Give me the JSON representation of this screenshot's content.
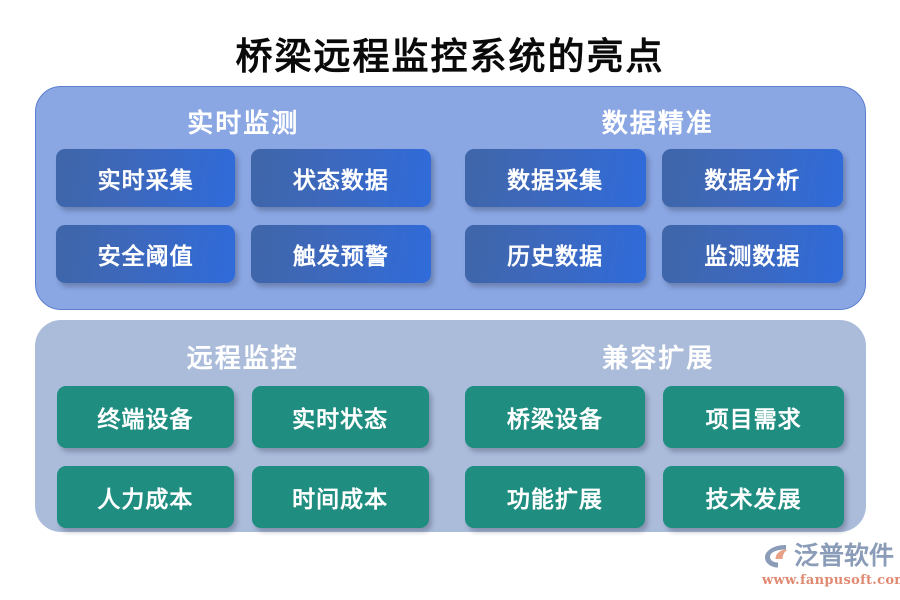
{
  "page": {
    "title": "桥梁远程监控系统的亮点",
    "background": "#ffffff",
    "title_color": "#0a0a0a"
  },
  "panels": [
    {
      "id": "panel-top",
      "background": "#8aa6e3",
      "border_color": "#5b7fd0",
      "cell_color_start": "#3f66a8",
      "cell_color_end": "#2f6bdb",
      "groups": [
        {
          "id": "group-realtime-monitoring",
          "title": "实时监测",
          "cells": [
            {
              "label": "实时采集"
            },
            {
              "label": "状态数据"
            },
            {
              "label": "安全阈值"
            },
            {
              "label": "触发预警"
            }
          ]
        },
        {
          "id": "group-data-accuracy",
          "title": "数据精准",
          "cells": [
            {
              "label": "数据采集"
            },
            {
              "label": "数据分析"
            },
            {
              "label": "历史数据"
            },
            {
              "label": "监测数据"
            }
          ]
        }
      ]
    },
    {
      "id": "panel-bottom",
      "background": "#abbcdb",
      "border_color": "none",
      "cell_color_start": "#1f8e80",
      "cell_color_end": "#1f8e80",
      "groups": [
        {
          "id": "group-remote-monitoring",
          "title": "远程监控",
          "cells": [
            {
              "label": "终端设备"
            },
            {
              "label": "实时状态"
            },
            {
              "label": "人力成本"
            },
            {
              "label": "时间成本"
            }
          ]
        },
        {
          "id": "group-compatibility-expansion",
          "title": "兼容扩展",
          "cells": [
            {
              "label": "桥梁设备"
            },
            {
              "label": "项目需求"
            },
            {
              "label": "功能扩展"
            },
            {
              "label": "技术发展"
            }
          ]
        }
      ]
    }
  ],
  "logo": {
    "mark": "fanpu-swoosh-icon",
    "name": "泛普软件",
    "url": "www.fanpusoft.com",
    "name_color": "#8b9cb8",
    "url_color": "#e08a72",
    "accent_color": "#e8a184"
  }
}
